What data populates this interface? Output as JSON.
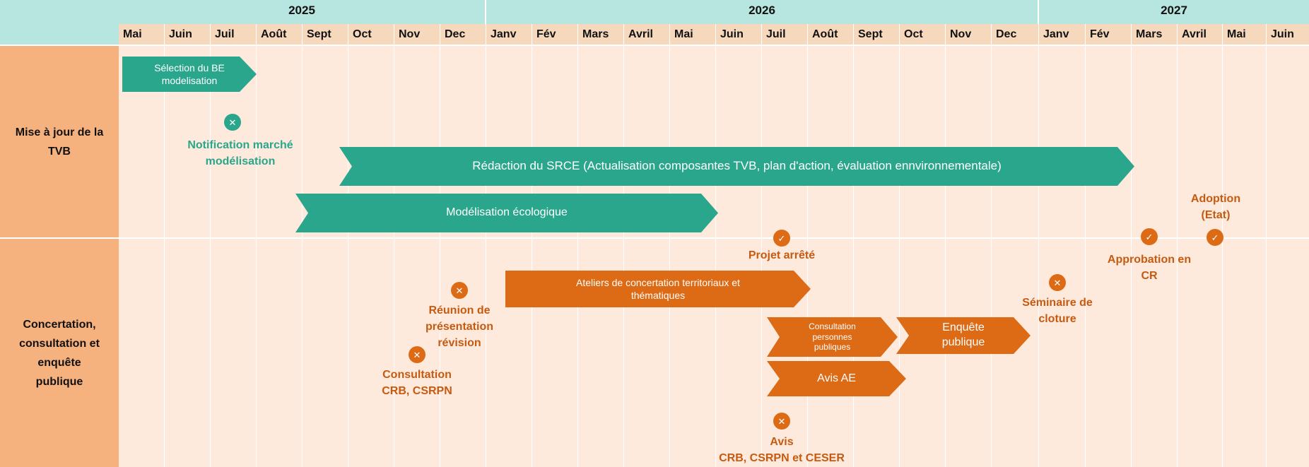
{
  "years": [
    "2025",
    "2026",
    "2027"
  ],
  "months": [
    "Mai",
    "Juin",
    "Juil",
    "Août",
    "Sept",
    "Oct",
    "Nov",
    "Dec",
    "Janv",
    "Fév",
    "Mars",
    "Avril",
    "Mai",
    "Juin",
    "Juil",
    "Août",
    "Sept",
    "Oct",
    "Nov",
    "Dec",
    "Janv",
    "Fév",
    "Mars",
    "Avril",
    "Mai",
    "Juin"
  ],
  "lanes": [
    {
      "label_lines": [
        "Mise à jour de la",
        "TVB"
      ]
    },
    {
      "label_lines": [
        "Concertation,",
        "consultation et",
        "enquête",
        "publique"
      ]
    }
  ],
  "tasks": [
    {
      "lines": [
        "Sélection du BE",
        "modelisation"
      ],
      "color": "#2aa68c"
    },
    {
      "lines": [
        "Rédaction du SRCE (Actualisation composantes TVB, plan d'action, évaluation ennvironnementale)"
      ],
      "color": "#2aa68c"
    },
    {
      "lines": [
        "Modélisation écologique"
      ],
      "color": "#2aa68c"
    },
    {
      "lines": [
        "Ateliers de concertation territoriaux et",
        "thématiques"
      ],
      "color": "#dd6a15"
    },
    {
      "lines": [
        "Consultation",
        "personnes",
        "publiques"
      ],
      "color": "#dd6a15"
    },
    {
      "lines": [
        "Enquête",
        "publique"
      ],
      "color": "#dd6a15"
    },
    {
      "lines": [
        "Avis AE"
      ],
      "color": "#dd6a15"
    }
  ],
  "milestones": [
    {
      "lines": [
        "Notification marché",
        "modélisation"
      ],
      "icon": "cross-icon",
      "glyph": "✕",
      "color": "#2aa68c"
    },
    {
      "lines": [
        "Projet arrêté"
      ],
      "icon": "check-icon",
      "glyph": "✓",
      "color": "#dd6a15"
    },
    {
      "lines": [
        "Approbation en",
        "CR"
      ],
      "icon": "check-icon",
      "glyph": "✓",
      "color": "#dd6a15"
    },
    {
      "lines": [
        "Adoption",
        "(Etat)"
      ],
      "icon": "check-icon",
      "glyph": "✓",
      "color": "#dd6a15"
    },
    {
      "lines": [
        "Réunion de",
        "présentation",
        "révision"
      ],
      "icon": "cross-icon",
      "glyph": "✕",
      "color": "#dd6a15"
    },
    {
      "lines": [
        "Consultation",
        "CRB, CSRPN"
      ],
      "icon": "cross-icon",
      "glyph": "✕",
      "color": "#dd6a15"
    },
    {
      "lines": [
        "Séminaire de",
        "cloture"
      ],
      "icon": "cross-icon",
      "glyph": "✕",
      "color": "#dd6a15"
    },
    {
      "lines": [
        "Avis",
        "CRB, CSRPN et CESER"
      ],
      "icon": "cross-icon",
      "glyph": "✕",
      "color": "#dd6a15"
    }
  ]
}
